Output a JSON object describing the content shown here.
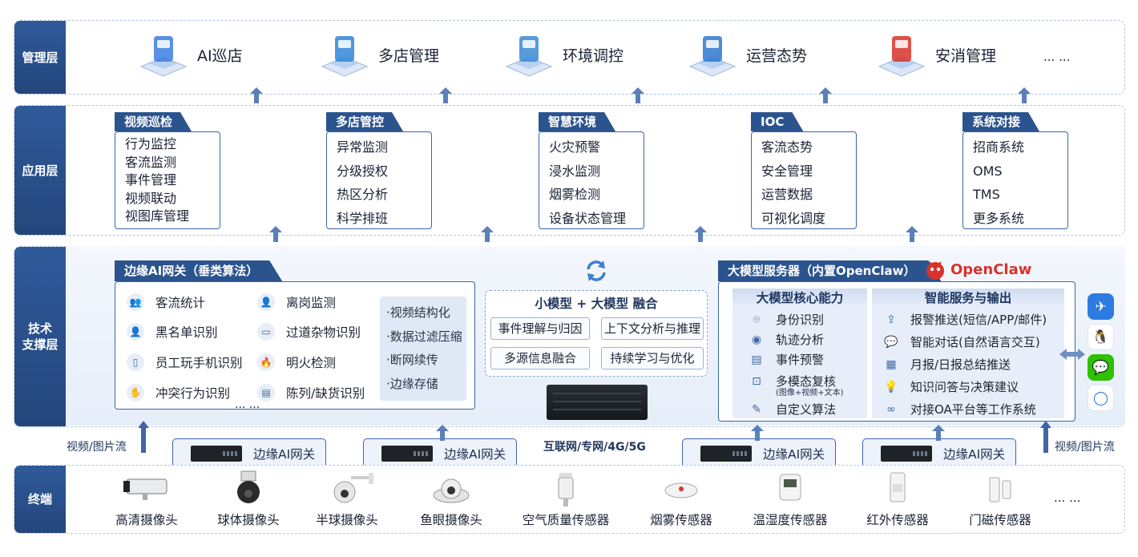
{
  "layers": {
    "management": "管理层",
    "application": "应用层",
    "tech": "技术\n支撑层",
    "terminal": "终端"
  },
  "management_items": [
    {
      "label": "AI巡店",
      "icon": "robot-icon"
    },
    {
      "label": "多店管理",
      "icon": "buildings-icon"
    },
    {
      "label": "环境调控",
      "icon": "monitor-icon"
    },
    {
      "label": "运营态势",
      "icon": "shield-icon"
    },
    {
      "label": "安消管理",
      "icon": "fire-extinguisher-icon"
    }
  ],
  "management_more": "... ...",
  "app_modules": [
    {
      "title": "视频巡检",
      "items": [
        "行为监控",
        "客流监测",
        "事件管理",
        "视频联动",
        "视图库管理"
      ]
    },
    {
      "title": "多店管控",
      "items": [
        "异常监测",
        "分级授权",
        "热区分析",
        "科学排班"
      ]
    },
    {
      "title": "智慧环境",
      "items": [
        "火灾预警",
        "浸水监测",
        "烟雾检测",
        "设备状态管理"
      ]
    },
    {
      "title": "IOC",
      "items": [
        "客流态势",
        "安全管理",
        "运营数据",
        "可视化调度"
      ]
    },
    {
      "title": "系统对接",
      "items": [
        "招商系统",
        "OMS",
        "TMS",
        "更多系统"
      ]
    }
  ],
  "edge": {
    "title": "边缘AI网关（垂类算法）",
    "features": [
      "客流统计",
      "离岗监测",
      "黑名单识别",
      "过道杂物识别",
      "员工玩手机识别",
      "明火检测",
      "冲突行为识别",
      "陈列/缺货识别"
    ],
    "more": "... ...",
    "side": [
      "·视频结构化",
      "·数据过滤压缩",
      "·断网续传",
      "·边缘存储"
    ]
  },
  "fusion": {
    "title": "小模型 + 大模型 融合",
    "items": [
      "事件理解与归因",
      "上下文分析与推理",
      "多源信息融合",
      "持续学习与优化"
    ]
  },
  "network_label": "互联网/专网/4G/5G",
  "llm": {
    "title": "大模型服务器（内置OpenClaw）",
    "brand": "OpenClaw",
    "core_title": "大模型核心能力",
    "core_items": [
      "身份识别",
      "轨迹分析",
      "事件预警",
      "多模态复核",
      "自定义算法"
    ],
    "core_note": "(图像+视频+文本)",
    "service_title": "智能服务与输出",
    "service_items": [
      "报警推送(短信/APP/邮件)",
      "智能对话(自然语言交互)",
      "月报/日报总结推送",
      "知识问答与决策建议",
      "对接OA平台等工作系统"
    ]
  },
  "gateway_label": "边缘AI网关",
  "stream_label": "视频/图片流",
  "terminals": [
    "高清摄像头",
    "球体摄像头",
    "半球摄像头",
    "鱼眼摄像头",
    "空气质量传感器",
    "烟雾传感器",
    "温湿度传感器",
    "红外传感器",
    "门磁传感器"
  ],
  "terminal_more": "... ...",
  "colors": {
    "primary": "#2b548f",
    "accent": "#3a66a8",
    "panel": "#e7eef9",
    "openclaw_red": "#d8322b"
  }
}
